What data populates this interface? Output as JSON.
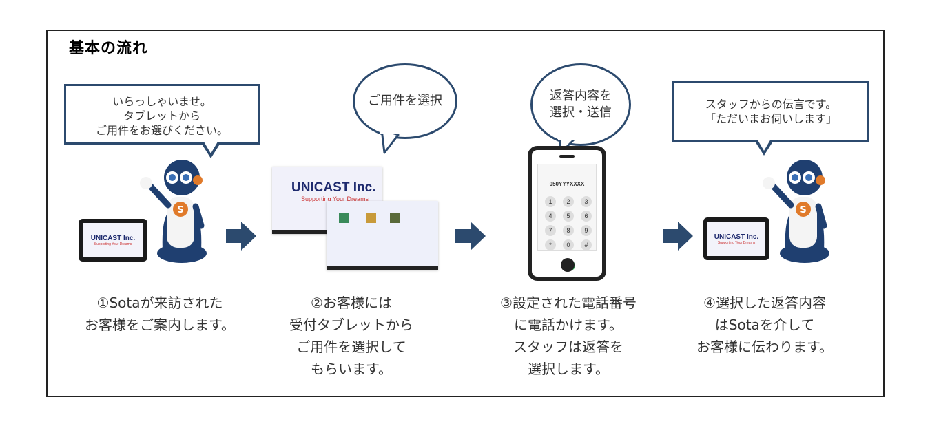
{
  "title": "基本の流れ",
  "steps": [
    {
      "bubble": [
        "いらっしゃいませ。",
        "タブレットから",
        "ご用件をお選びください。"
      ],
      "caption": [
        "①Sotaが来訪された",
        "お客様をご案内します。"
      ]
    },
    {
      "bubble": [
        "ご用件を選択"
      ],
      "caption": [
        "②お客様には",
        "受付タブレットから",
        "ご用件を選択して",
        "もらいます。"
      ]
    },
    {
      "bubble": [
        "返答内容を",
        "選択・送信"
      ],
      "caption": [
        "③設定された電話番号",
        "に電話かけます。",
        "スタッフは返答を",
        "選択します。"
      ]
    },
    {
      "bubble": [
        "スタッフからの伝言です。",
        "「ただいまお伺いします」"
      ],
      "caption": [
        "④選択した返答内容",
        "はSotaを介して",
        "お客様に伝わります。"
      ]
    }
  ],
  "tablet": {
    "brand": "UNICAST Inc.",
    "tagline": "Supporting Your Dreams"
  },
  "phone": {
    "number": "050YYYXXXX",
    "keys": [
      "1",
      "2",
      "3",
      "4",
      "5",
      "6",
      "7",
      "8",
      "9",
      "*",
      "0",
      "#"
    ]
  },
  "colors": {
    "accent": "#2c4a6e",
    "robot_blue": "#1f3f70",
    "robot_orange": "#e07a2a",
    "call_green": "#2fbf5a"
  }
}
